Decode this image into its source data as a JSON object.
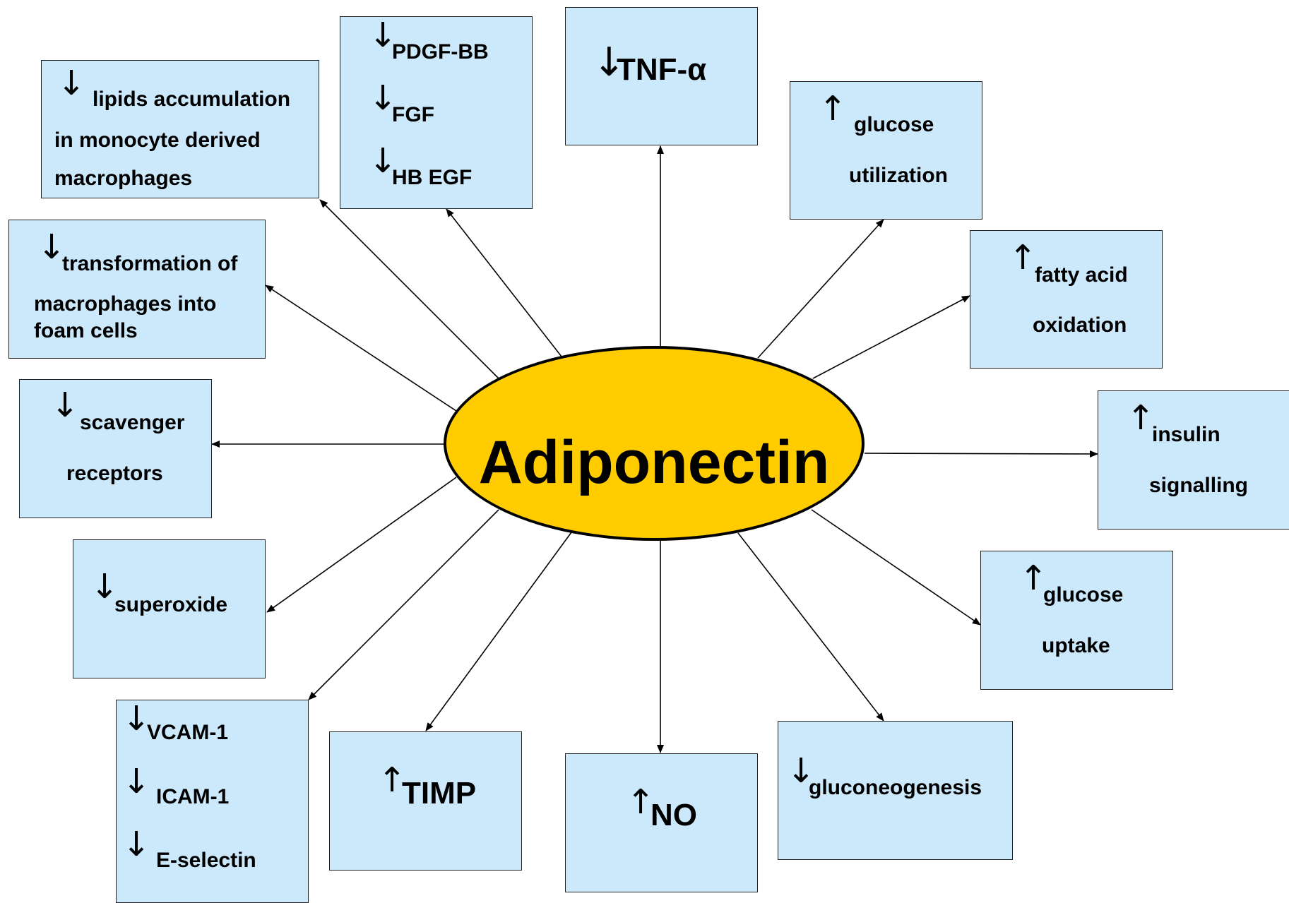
{
  "central": {
    "label": "Adiponectin",
    "color": "#ffcc00"
  },
  "box_color": "#cce9fb",
  "symbols": {
    "decrease": "↓",
    "increase": "↑"
  },
  "effects": {
    "lipids": {
      "direction": "decrease",
      "line1": "lipids accumulation",
      "line2": "in monocyte derived",
      "line3": "macrophages"
    },
    "growth_factors": {
      "direction": "decrease",
      "items": [
        "PDGF-BB",
        "FGF",
        "HB EGF"
      ]
    },
    "tnf": {
      "direction": "decrease",
      "label": "TNF-α"
    },
    "glucose_utilization": {
      "direction": "increase",
      "line1": "glucose",
      "line2": "utilization"
    },
    "foam_cells": {
      "direction": "decrease",
      "line1": "transformation of",
      "line2": "macrophages into",
      "line3": "foam cells"
    },
    "fatty_acid": {
      "direction": "increase",
      "line1": "fatty acid",
      "line2": "oxidation"
    },
    "scavenger": {
      "direction": "decrease",
      "line1": "scavenger",
      "line2": "receptors"
    },
    "insulin": {
      "direction": "increase",
      "line1": "insulin",
      "line2": "signalling"
    },
    "superoxide": {
      "direction": "decrease",
      "label": "superoxide"
    },
    "glucose_uptake": {
      "direction": "increase",
      "line1": "glucose",
      "line2": "uptake"
    },
    "adhesion": {
      "direction": "decrease",
      "items": [
        "VCAM-1",
        "ICAM-1",
        "E-selectin"
      ]
    },
    "timp": {
      "direction": "increase",
      "label": "TIMP"
    },
    "no": {
      "direction": "increase",
      "label": "NO"
    },
    "gluconeogenesis": {
      "direction": "decrease",
      "label": "gluconeogenesis"
    }
  }
}
